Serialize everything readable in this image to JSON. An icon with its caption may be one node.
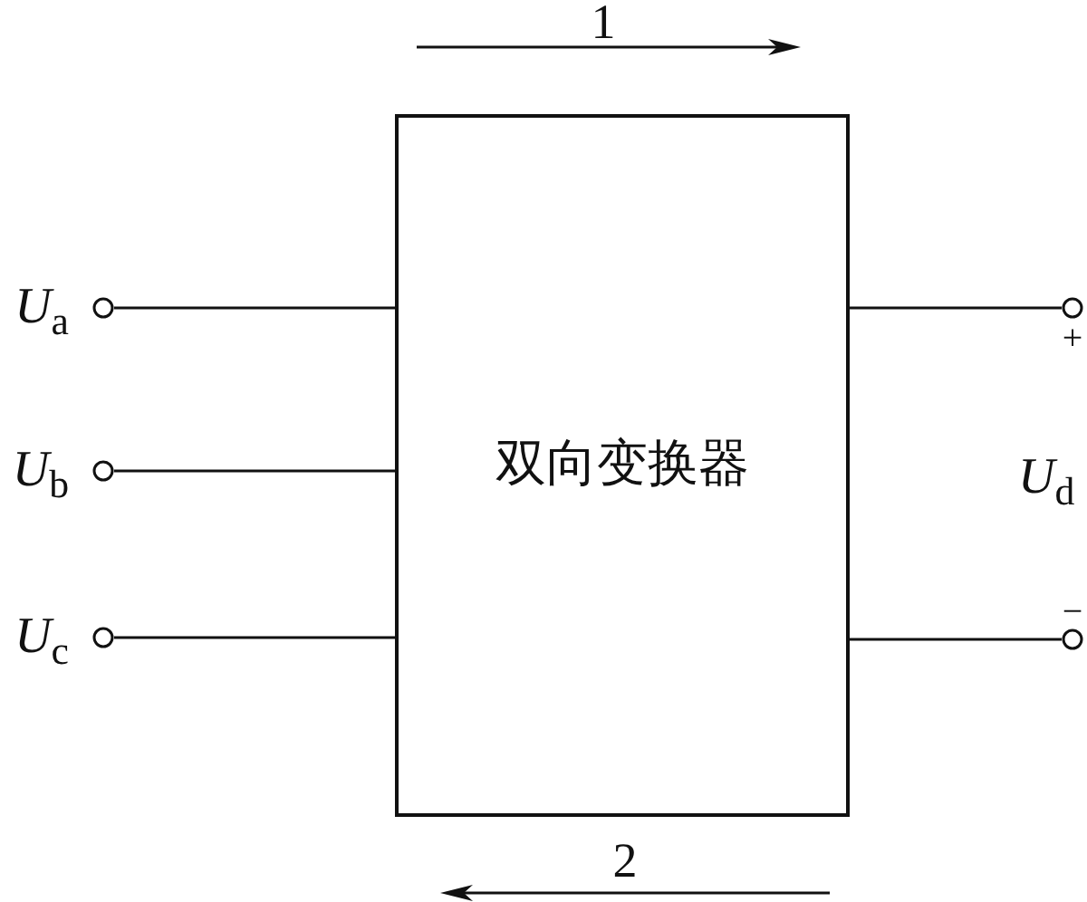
{
  "diagram": {
    "nodes": [
      {
        "text": [
          "双向变换器"
        ]
      },
      {
        "text": [],
        "shape": "circle",
        "beside": [
          "*U*$_{a}$"
        ]
      },
      {
        "text": [],
        "shape": "circle",
        "beside": [
          "*U*$_{b}$"
        ]
      },
      {
        "text": [],
        "shape": "circle",
        "beside": [
          "*U*$_{c}$"
        ]
      },
      {
        "text": [],
        "shape": "circle",
        "beside": [
          "+"
        ]
      },
      {
        "text": [],
        "shape": "circle",
        "beside": [
          "−"
        ]
      }
    ],
    "edges": [
      {
        "from": 1,
        "to": 0,
        "arrow": "none"
      },
      {
        "from": 2,
        "to": 0,
        "arrow": "none"
      },
      {
        "from": 3,
        "to": 0,
        "arrow": "none"
      },
      {
        "from": 0,
        "to": 4,
        "arrow": "none"
      },
      {
        "from": 0,
        "to": 5,
        "arrow": "none"
      }
    ],
    "labels": [
      "1",
      "*U*$_{d}$",
      "2"
    ]
  }
}
